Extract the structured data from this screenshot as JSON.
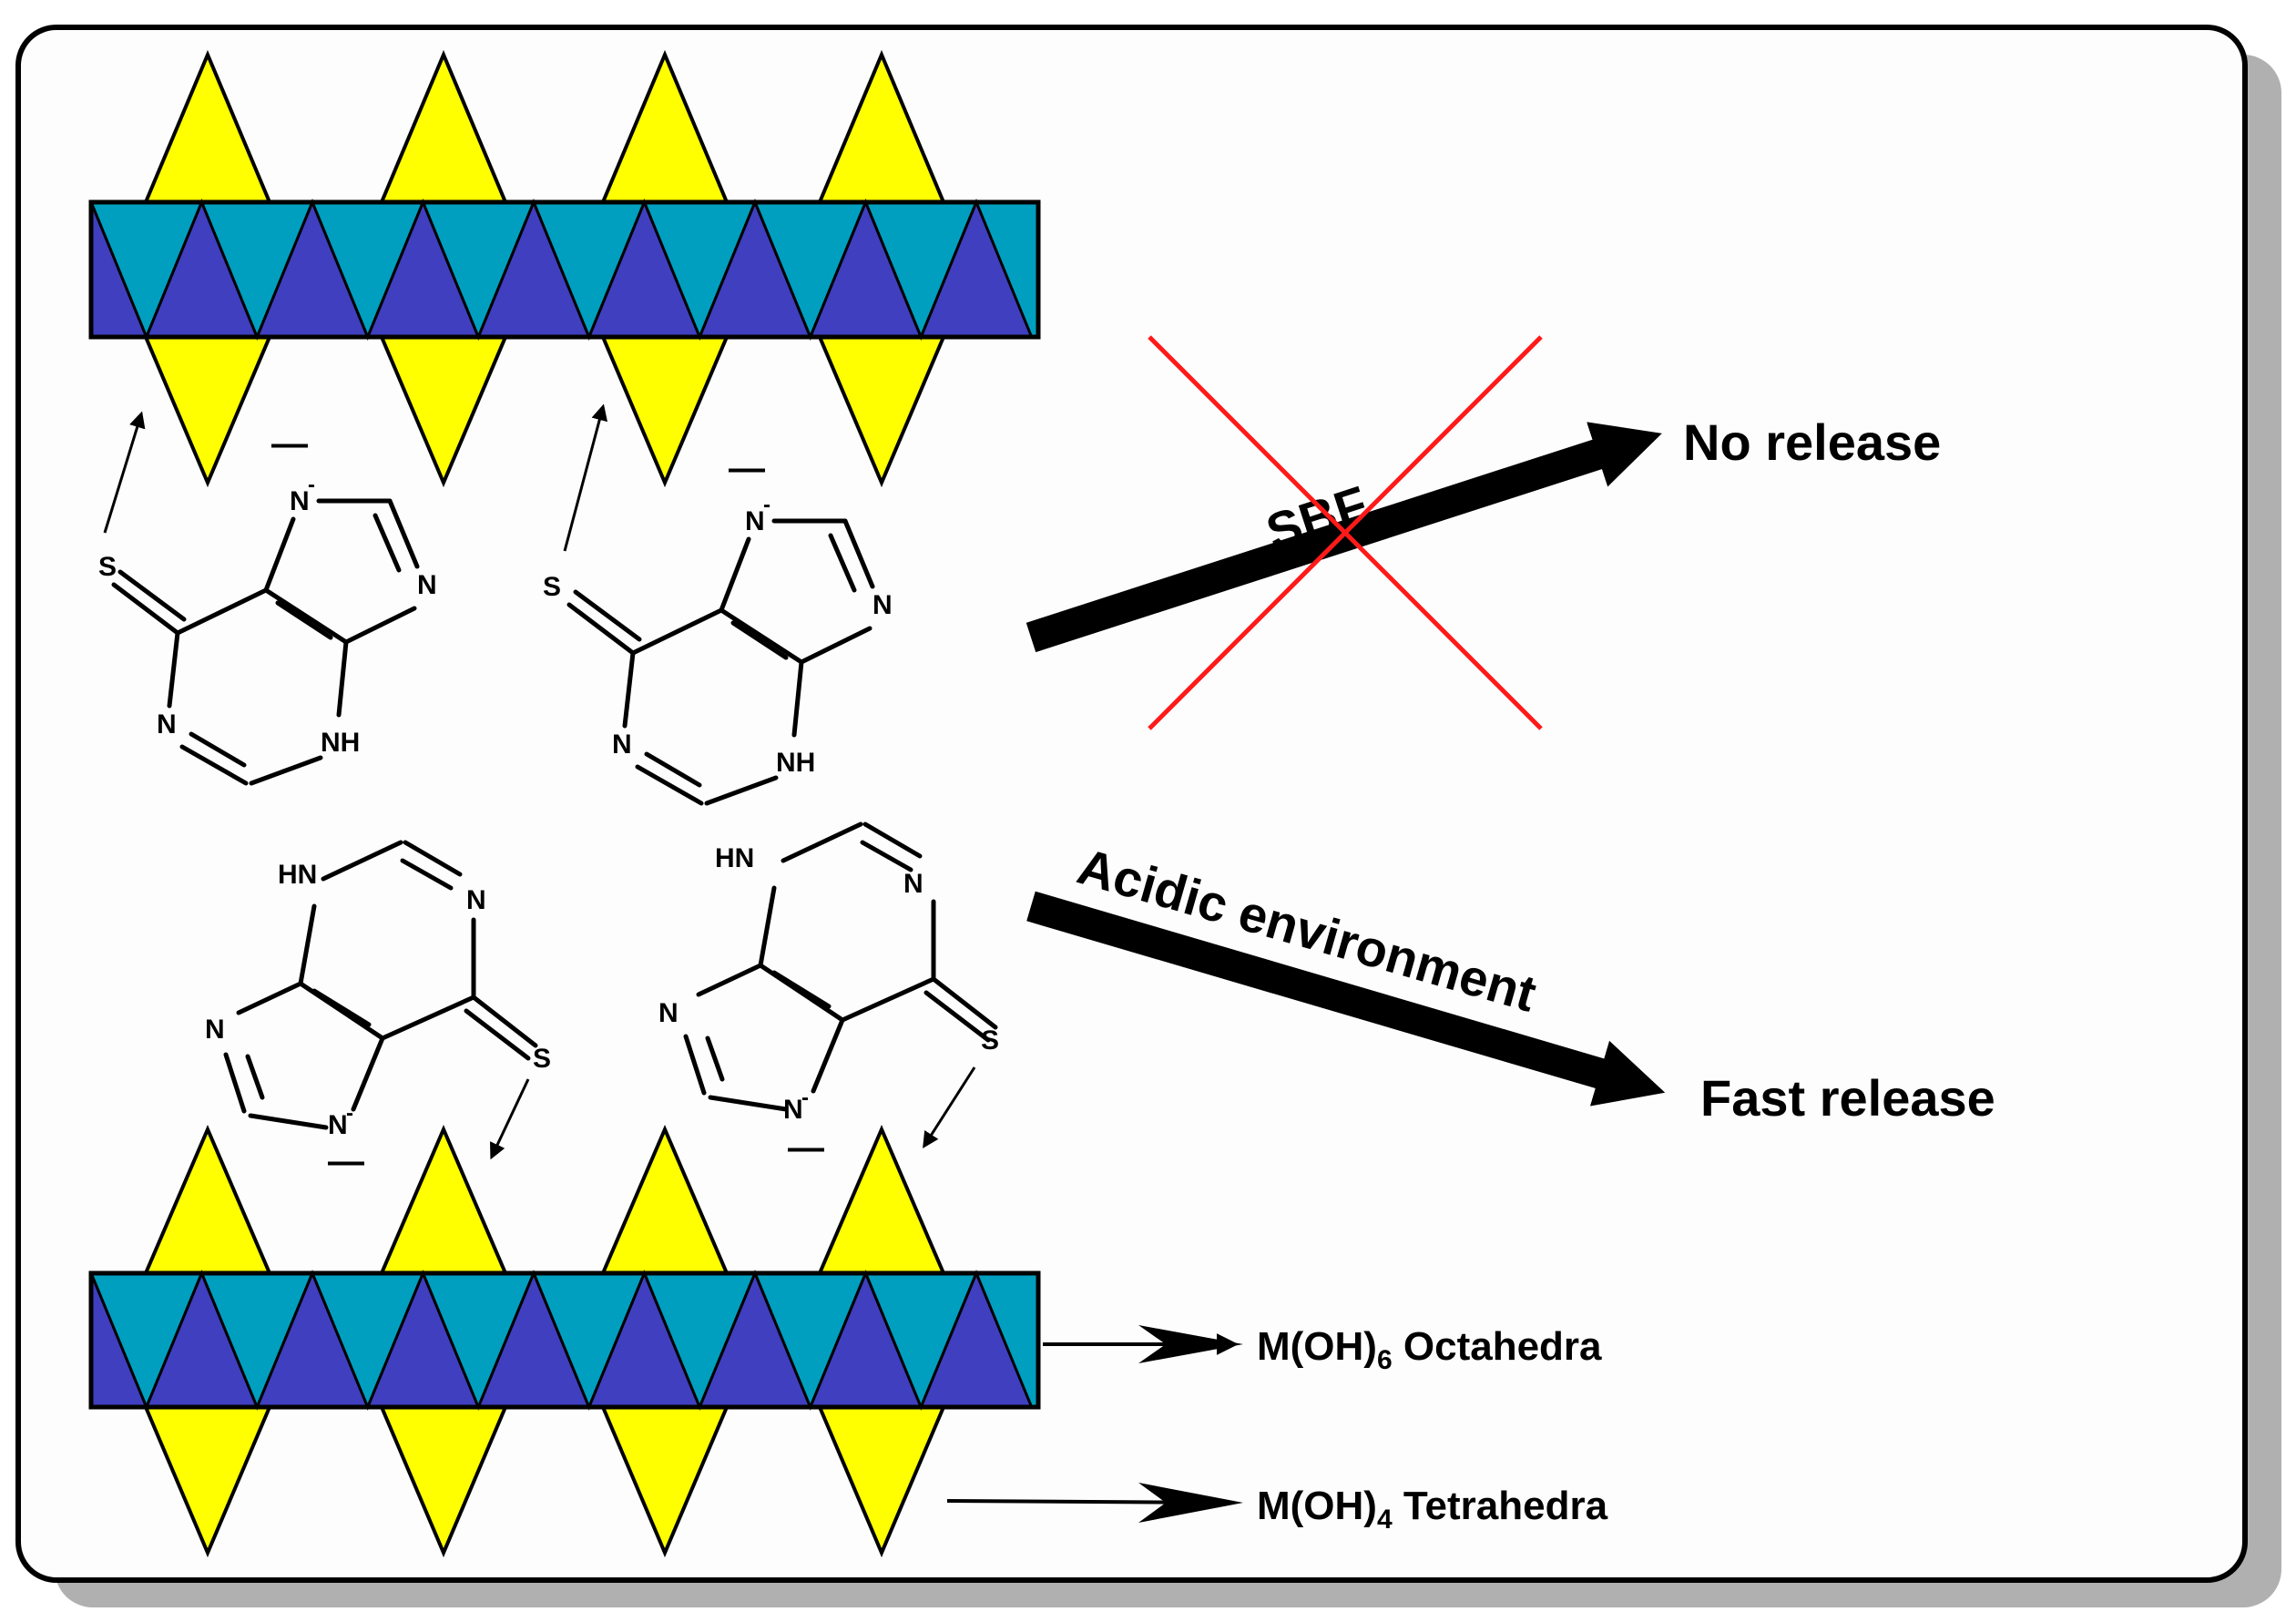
{
  "figure": {
    "no_release_label": "No release",
    "fast_release_label": "Fast release",
    "sbf_label": "SBF",
    "acidic_label": "Acidic environment",
    "octahedra_label": "M(OH)",
    "octahedra_sub": "6",
    "octahedra_name": "Octahedra",
    "tetrahedra_label": "M(OH)",
    "tetrahedra_sub": "4",
    "tetrahedra_name": "Tetrahedra"
  },
  "atoms": {
    "sulfur": "S",
    "nitrogen": "N",
    "anionic_nitrogen": "N",
    "nh": "NH",
    "hn": "HN",
    "charge_superscript": "-",
    "charge_bar": "—"
  },
  "colors": {
    "tetrahedra_fill": "#ffff00",
    "octa_up_fill": "#009fbf",
    "octa_down_fill": "#3f3fbf",
    "cross": "#ff1a1a",
    "frame_shadow": "#b0b0b0"
  }
}
